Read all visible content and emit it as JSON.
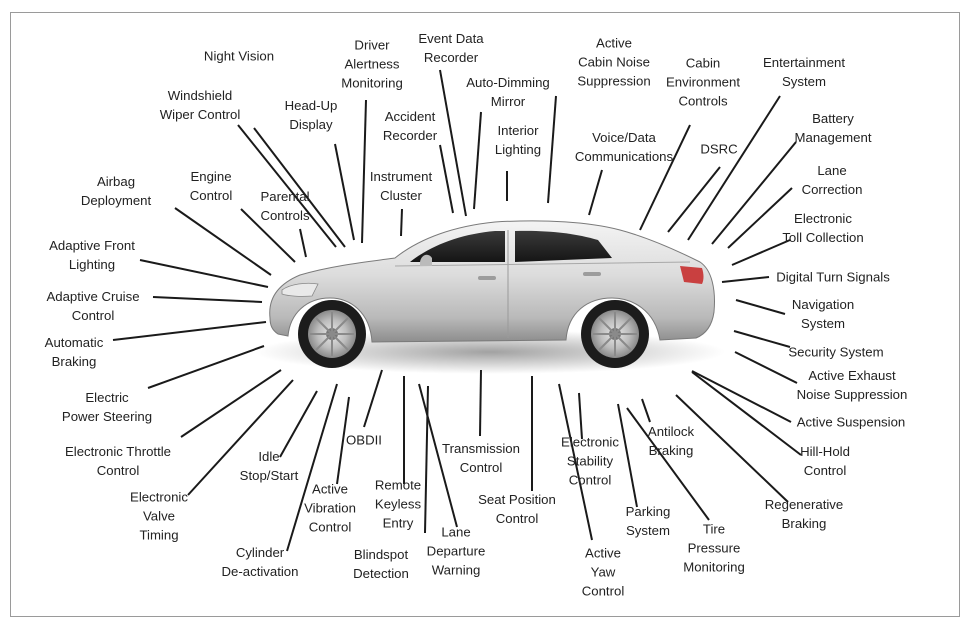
{
  "diagram": {
    "labels": [
      "Night Vision",
      "Driver\nAlertness\nMonitoring",
      "Event Data\nRecorder",
      "Active\nCabin Noise\nSuppression",
      "Cabin\nEnvironment\nControls",
      "Entertainment\nSystem",
      "Windshield\nWiper Control",
      "Head-Up\nDisplay",
      "Auto-Dimming\nMirror",
      "Accident\nRecorder",
      "Battery\nManagement",
      "Interior\nLighting",
      "Voice/Data\nCommunications",
      "DSRC",
      "Engine\nControl",
      "Airbag\nDeployment",
      "Instrument\nCluster",
      "Parental\nControls",
      "Lane\nCorrection",
      "Electronic\nToll Collection",
      "Adaptive Front\nLighting",
      "Digital Turn Signals",
      "Adaptive Cruise\nControl",
      "Navigation\nSystem",
      "Automatic\nBraking",
      "Security System",
      "Active Exhaust\nNoise Suppression",
      "Electric\nPower Steering",
      "Active Suspension",
      "Antilock\nBraking",
      "OBDII",
      "Transmission\nControl",
      "Electronic Throttle\nControl",
      "Idle\nStop/Start",
      "Electronic\nStability\nControl",
      "Hill-Hold\nControl",
      "Active\nVibration\nControl",
      "Remote\nKeyless\nEntry",
      "Electronic\nValve\nTiming",
      "Seat Position\nControl",
      "Regenerative\nBraking",
      "Parking\nSystem",
      "Tire\nPressure\nMonitoring",
      "Lane\nDeparture\nWarning",
      "Cylinder\nDe-activation",
      "Blindspot\nDetection",
      "Active\nYaw\nControl"
    ]
  }
}
